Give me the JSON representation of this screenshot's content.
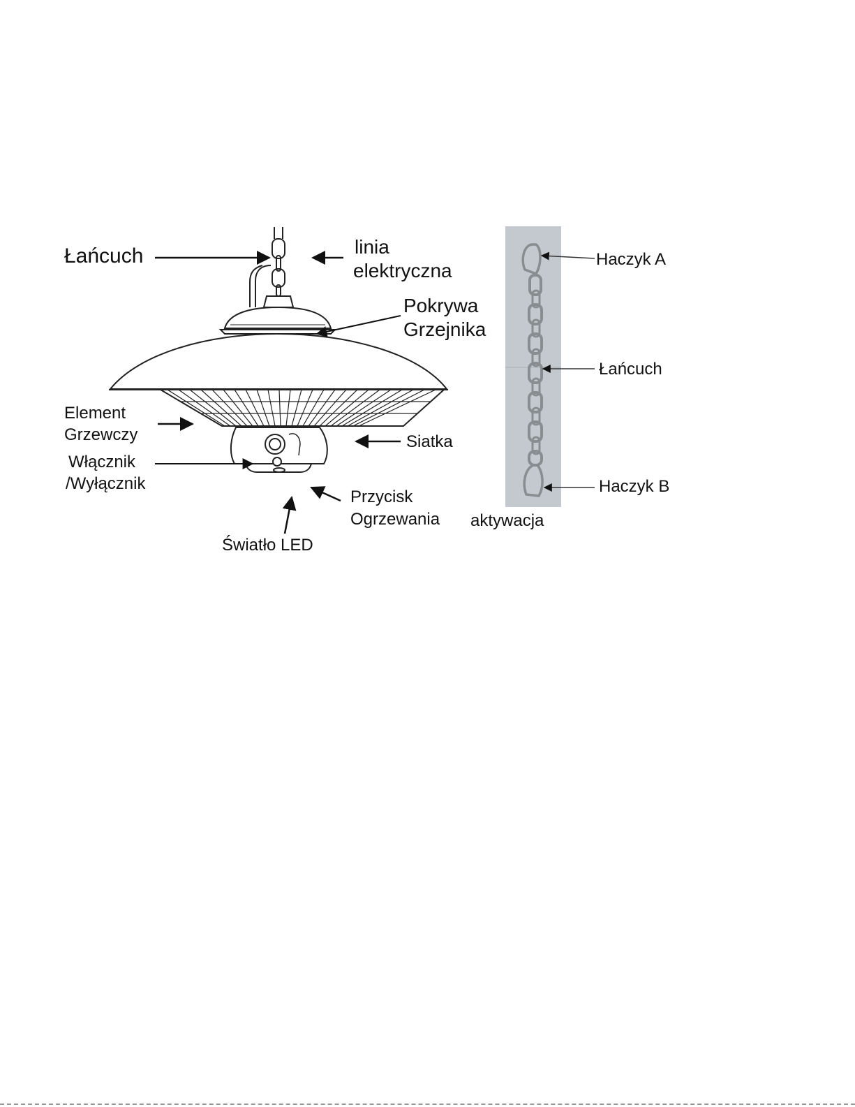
{
  "heater_labels": {
    "chain": "Łańcuch",
    "power_line": [
      "linia",
      "elektryczna"
    ],
    "heater_cover": [
      "Pokrywa",
      "Grzejnika"
    ],
    "heating_element": [
      "Element",
      "Grzewczy"
    ],
    "mesh": "Siatka",
    "on_off_switch": [
      "Włącznik",
      "/Wyłącznik"
    ],
    "heating_button": [
      "Przycisk",
      "Ogrzewania"
    ],
    "led_light": "Światło LED",
    "activation": "aktywacja"
  },
  "chain_labels": {
    "hook_a": "Haczyk A",
    "chain": "Łańcuch",
    "hook_b": "Haczyk B"
  },
  "colors": {
    "photo_background": "#c3c9cf",
    "chain_metal": "#8a8d90",
    "line_art": "#222222"
  }
}
